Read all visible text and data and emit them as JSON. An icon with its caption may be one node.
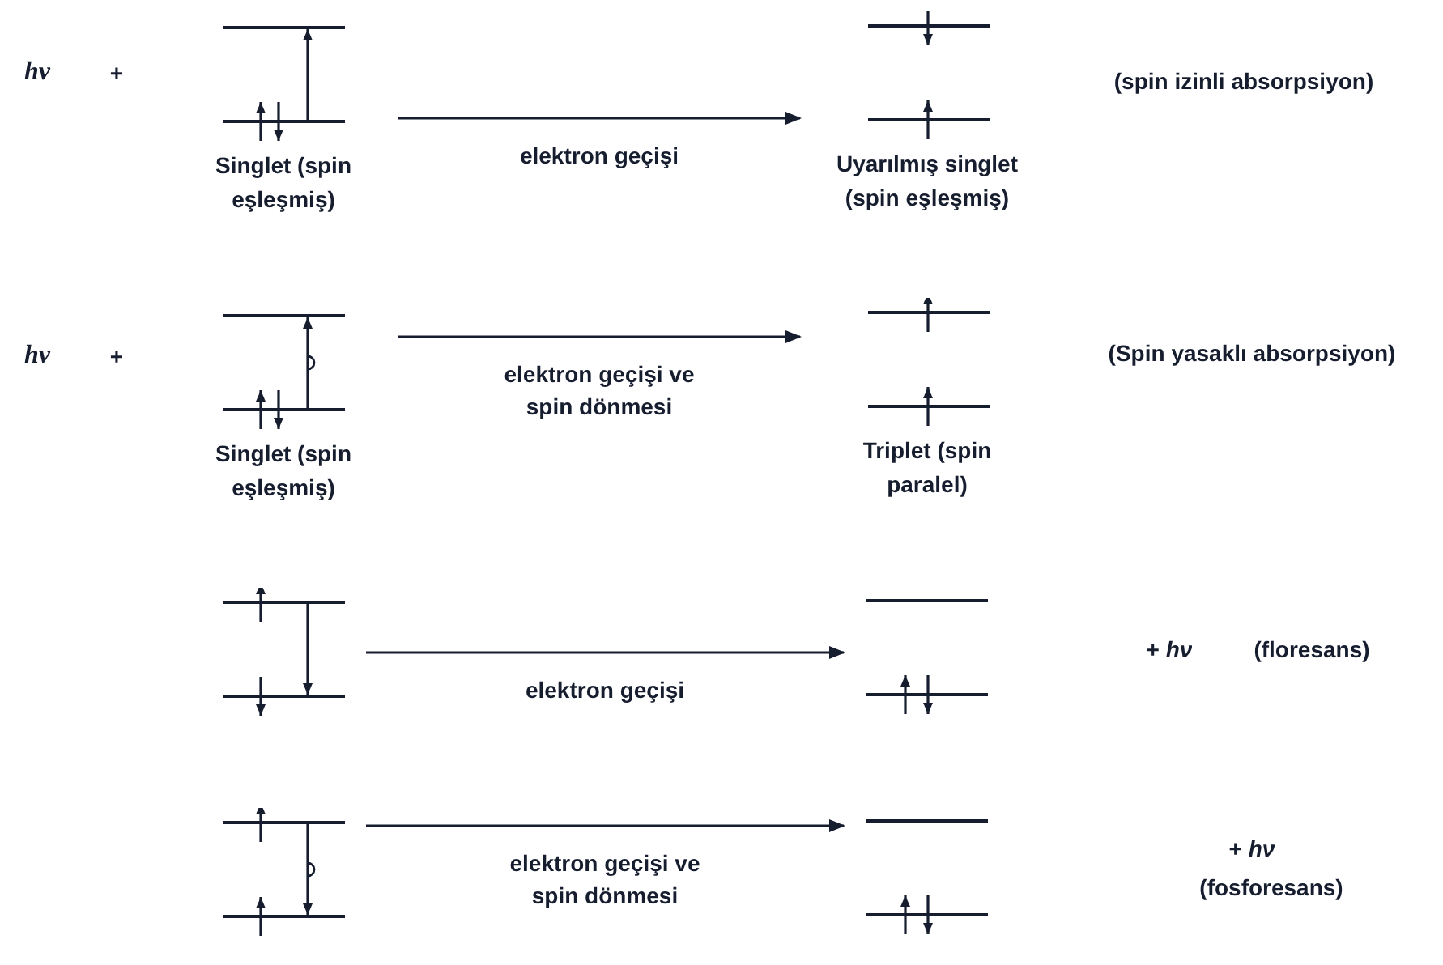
{
  "diagram": {
    "nodes": [
      {
        "text": [
          "Singlet (spin eşleşmiş)"
        ]
      },
      {
        "text": [
          "Uyarılmış singlet (spin eşleşmiş)"
        ]
      },
      {
        "text": [
          "Singlet (spin eşleşmiş)"
        ]
      },
      {
        "text": [
          "Triplet (spin paralel)"
        ]
      },
      {
        "text": [],
        "shape": "picture"
      },
      {
        "text": [],
        "shape": "picture"
      },
      {
        "text": [],
        "shape": "picture"
      },
      {
        "text": [],
        "shape": "picture"
      }
    ],
    "edges": [
      {
        "from": 0,
        "to": 1,
        "arrow": "to",
        "label": "elektron geçişi"
      },
      {
        "from": 2,
        "to": 3,
        "arrow": "to",
        "label": "elektron geçişi ve spin dönmesi"
      },
      {
        "from": 4,
        "to": 5,
        "arrow": "to",
        "label": "elektron geçişi"
      },
      {
        "from": 6,
        "to": 7,
        "arrow": "to",
        "label": "elektron geçişi ve spin dönmesi"
      }
    ],
    "labels": [
      "hν",
      "+",
      "(spin izinli absorpsiyon)",
      "hν",
      "+",
      "(Spin yasaklı absorpsiyon)",
      "+ *hν*",
      "(floresans)",
      "+ *hν*",
      "(fosforesans)"
    ]
  }
}
